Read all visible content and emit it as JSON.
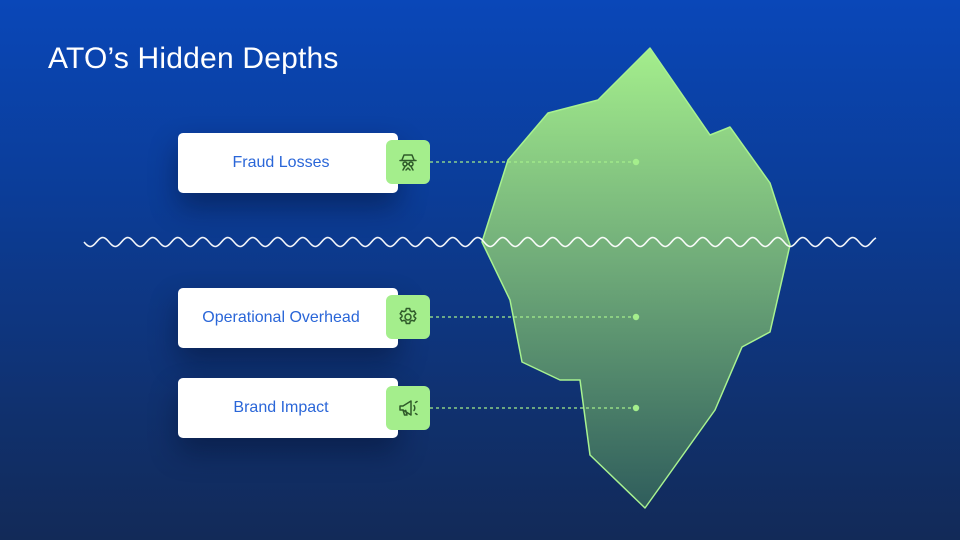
{
  "slide": {
    "title": "ATO’s Hidden Depths"
  },
  "items": [
    {
      "label": "Fraud Losses",
      "icon": "fraud-spy-icon",
      "position": "above-water"
    },
    {
      "label": "Operational Overhead",
      "icon": "gear-icon",
      "position": "below-water"
    },
    {
      "label": "Brand Impact",
      "icon": "megaphone-icon",
      "position": "below-water"
    }
  ],
  "colors": {
    "background_top": "#0a47b8",
    "background_bottom": "#122a58",
    "iceberg_tip": "#a4ee8c",
    "iceberg_base": "#2f5d5c",
    "badge": "#a4ee8c",
    "label_text": "#2a66d8",
    "waterline": "#ffffff"
  }
}
